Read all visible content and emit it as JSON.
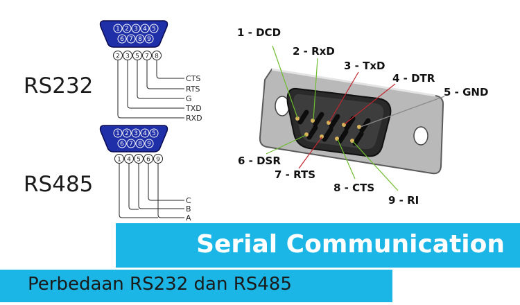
{
  "rs232": {
    "label": "RS232",
    "connector_top_pins": [
      "1",
      "2",
      "3",
      "4",
      "5"
    ],
    "connector_bottom_pins": [
      "6",
      "7",
      "8",
      "9"
    ],
    "used_pins": [
      "2",
      "3",
      "5",
      "7",
      "8"
    ],
    "signals": [
      "CTS",
      "RTS",
      "G",
      "TXD",
      "RXD"
    ]
  },
  "rs485": {
    "label": "RS485",
    "connector_top_pins": [
      "1",
      "2",
      "3",
      "4",
      "5"
    ],
    "connector_bottom_pins": [
      "6",
      "7",
      "8",
      "9"
    ],
    "used_pins": [
      "1",
      "4",
      "5",
      "6",
      "9"
    ],
    "signals": [
      "C",
      "B",
      "A"
    ]
  },
  "db9": {
    "pin_labels": [
      "1 - DCD",
      "2 - RxD",
      "3 - TxD",
      "4 - DTR",
      "5 - GND",
      "6 - DSR",
      "7 - RTS",
      "8 - CTS",
      "9 - RI"
    ],
    "colors": {
      "DCD": "#6ebd2e",
      "RxD": "#6ebd2e",
      "TxD": "#c0262e",
      "DTR": "#c0262e",
      "GND": "#8a8a8a",
      "DSR": "#6ebd2e",
      "RTS": "#c0262e",
      "CTS": "#6ebd2e",
      "RI": "#6ebd2e"
    }
  },
  "banner": {
    "title": "Serial Communication",
    "color": "#1bb6e6"
  },
  "subtitle": {
    "text": "Perbedaan RS232 dan RS485"
  }
}
